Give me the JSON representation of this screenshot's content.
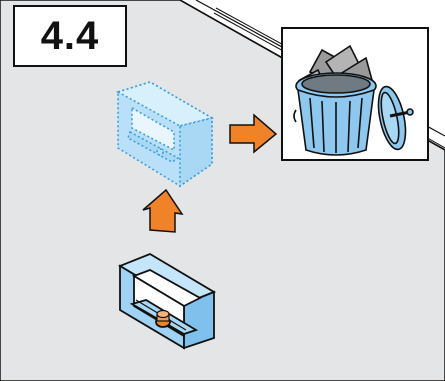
{
  "step": {
    "label": "4.4"
  },
  "colors": {
    "background": "#e4e5e6",
    "part_fill": "#a9d8f5",
    "part_stroke": "#111111",
    "ghost_stroke": "#3a9fe0",
    "arrow_fill": "#f08228",
    "bolt_fill": "#f08228",
    "bin_fill": "#8fc8ee",
    "trash_fill": "#9a9a9a",
    "panel_border": "#111111"
  },
  "icons": {
    "step_label": "step-number-box",
    "ghost_part": "removed-seal-frame-outline",
    "part": "seal-frame",
    "arrow_up": "arrow-up-icon",
    "arrow_right": "arrow-right-icon",
    "trash": "trash-bin-icon"
  }
}
